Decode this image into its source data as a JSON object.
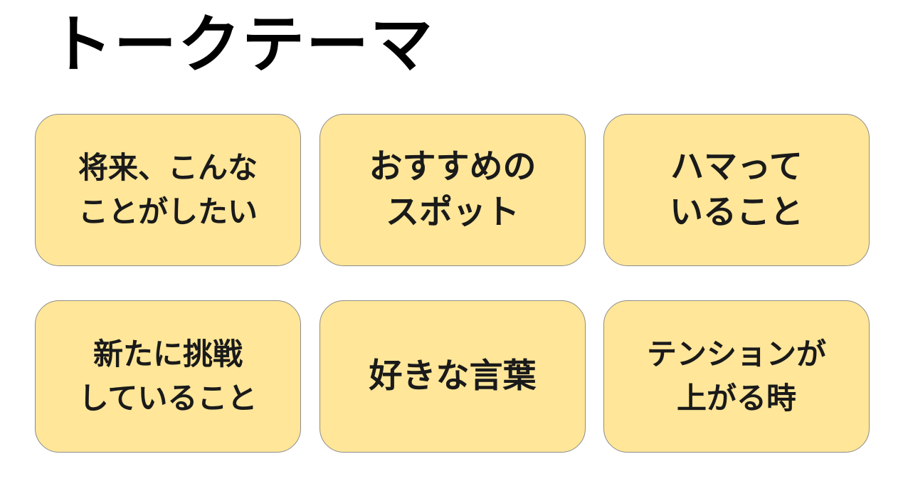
{
  "title": "トークテーマ",
  "cards": [
    {
      "lines": [
        "将来、こんな",
        "ことがしたい"
      ]
    },
    {
      "lines": [
        "おすすめの",
        "スポット"
      ]
    },
    {
      "lines": [
        "ハマって",
        "いること"
      ]
    },
    {
      "lines": [
        "新たに挑戦",
        "していること"
      ]
    },
    {
      "lines": [
        "好きな言葉"
      ]
    },
    {
      "lines": [
        "テンションが",
        "上がる時"
      ]
    }
  ],
  "colors": {
    "card_fill": "#ffe699",
    "card_border": "#8c8c8c",
    "text": "#1a1a1a"
  }
}
